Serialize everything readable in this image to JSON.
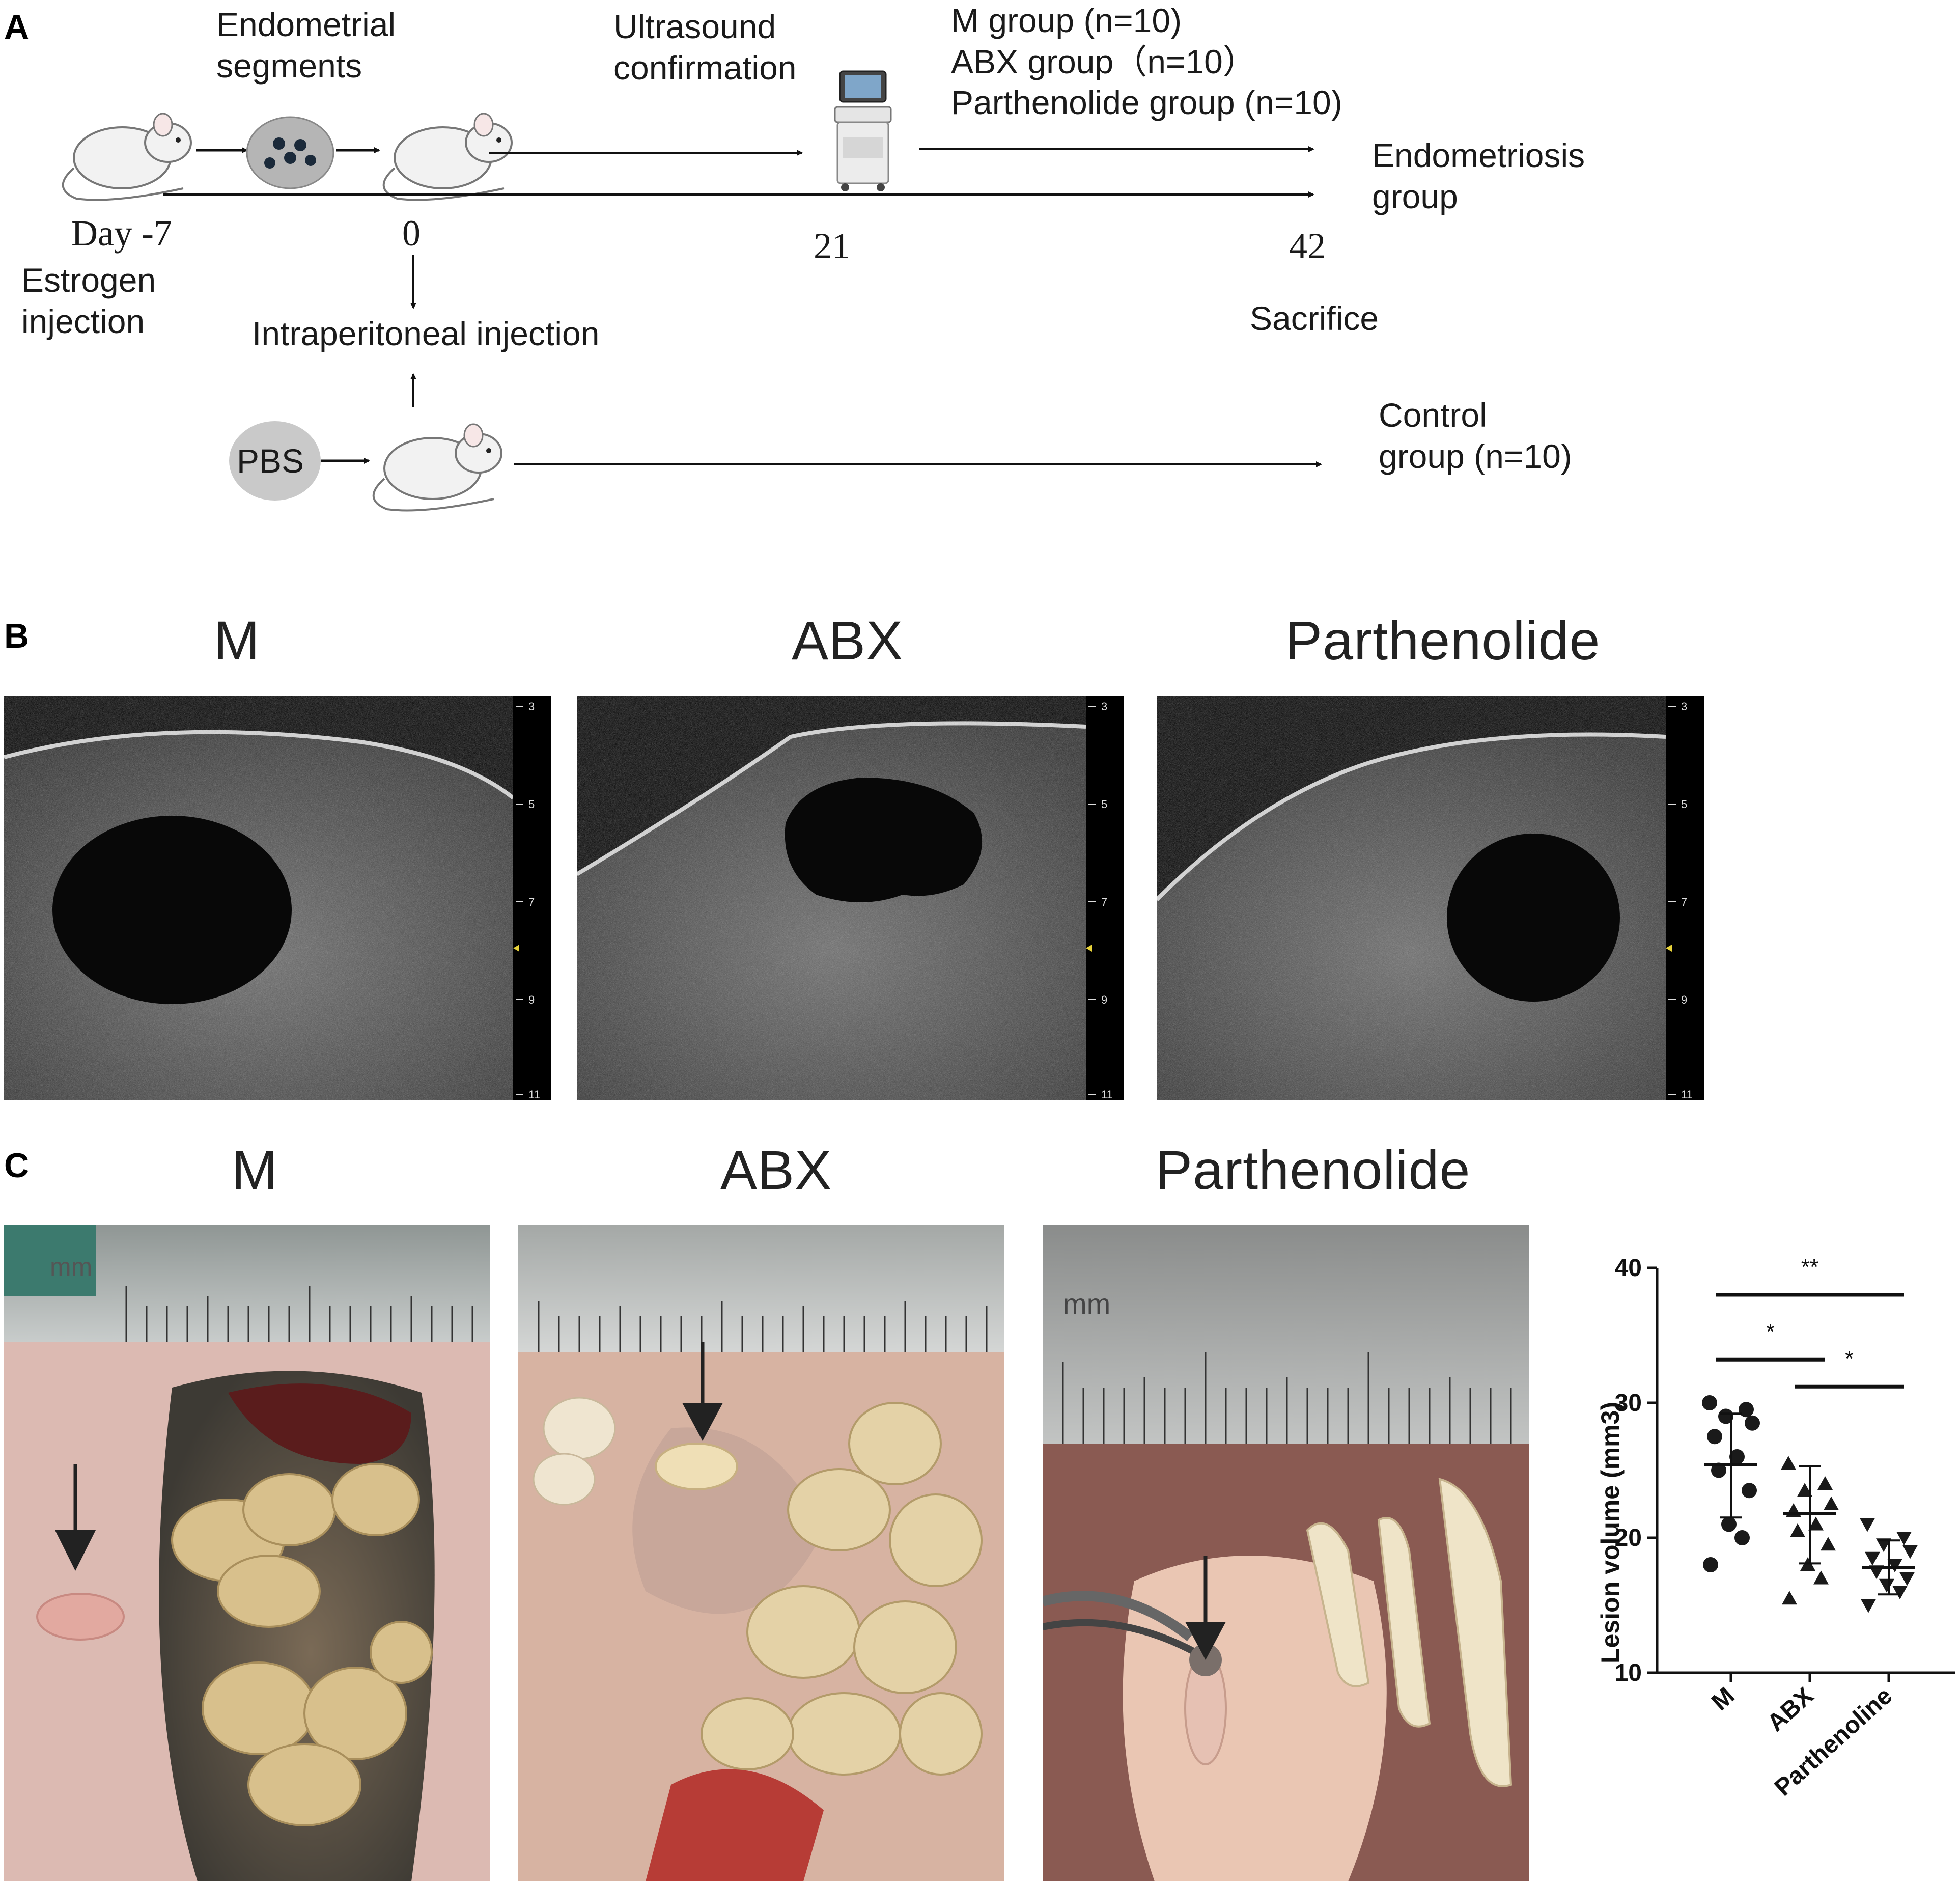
{
  "panel_a": {
    "letter": "A",
    "endometrial_segments": [
      "Endometrial",
      "segments"
    ],
    "ultrasound_confirmation": [
      "Ultrasound",
      "confirmation"
    ],
    "group_list": [
      "M group (n=10)",
      "ABX group（n=10）",
      "Parthenolide group (n=10)"
    ],
    "endometriosis_group": [
      "Endometriosis",
      "group"
    ],
    "day_labels": [
      "Day -7",
      "0",
      "21",
      "42"
    ],
    "estrogen_injection": [
      "Estrogen",
      "injection"
    ],
    "intraperitoneal_injection": "Intraperitoneal injection",
    "sacrifice": "Sacrifice",
    "pbs": "PBS",
    "control_group": [
      "Control",
      "group (n=10)"
    ]
  },
  "panel_b": {
    "letter": "B",
    "titles": [
      "M",
      "ABX",
      "Parthenolide"
    ],
    "scale_ticks": [
      "3",
      "5",
      "7",
      "9",
      "11"
    ]
  },
  "panel_c": {
    "letter": "C",
    "titles": [
      "M",
      "ABX",
      "Parthenolide"
    ],
    "ruler_unit": "mm"
  },
  "chart_data": {
    "type": "scatter",
    "ylabel": "Lesion volume (mm3)",
    "xlabel": "",
    "categories": [
      "M",
      "ABX",
      "Parthenoline"
    ],
    "ylim": [
      10,
      40
    ],
    "yticks": [
      10,
      20,
      30,
      40
    ],
    "series": [
      {
        "marker": "circle",
        "values": [
          30,
          29.5,
          29,
          28.5,
          27.5,
          26,
          25,
          23.5,
          21,
          20,
          18
        ],
        "mean": 25.4,
        "sd_low": 21.5,
        "sd_high": 29.2
      },
      {
        "marker": "triangle-up",
        "values": [
          25.5,
          24,
          23.5,
          22.5,
          22,
          21,
          20.5,
          19.5,
          18,
          17,
          15.5
        ],
        "mean": 21.8,
        "sd_low": 18.1,
        "sd_high": 25.3
      },
      {
        "marker": "triangle-down",
        "values": [
          21,
          20,
          19.5,
          19,
          18.5,
          18,
          17.5,
          17,
          16.5,
          16,
          15
        ],
        "mean": 17.8,
        "sd_low": 15.8,
        "sd_high": 19.8
      }
    ],
    "significance": [
      {
        "from": "M",
        "to": "Parthenoline",
        "label": "**"
      },
      {
        "from": "M",
        "to": "ABX",
        "label": "*"
      },
      {
        "from": "ABX",
        "to": "Parthenoline",
        "label": "*"
      }
    ]
  }
}
